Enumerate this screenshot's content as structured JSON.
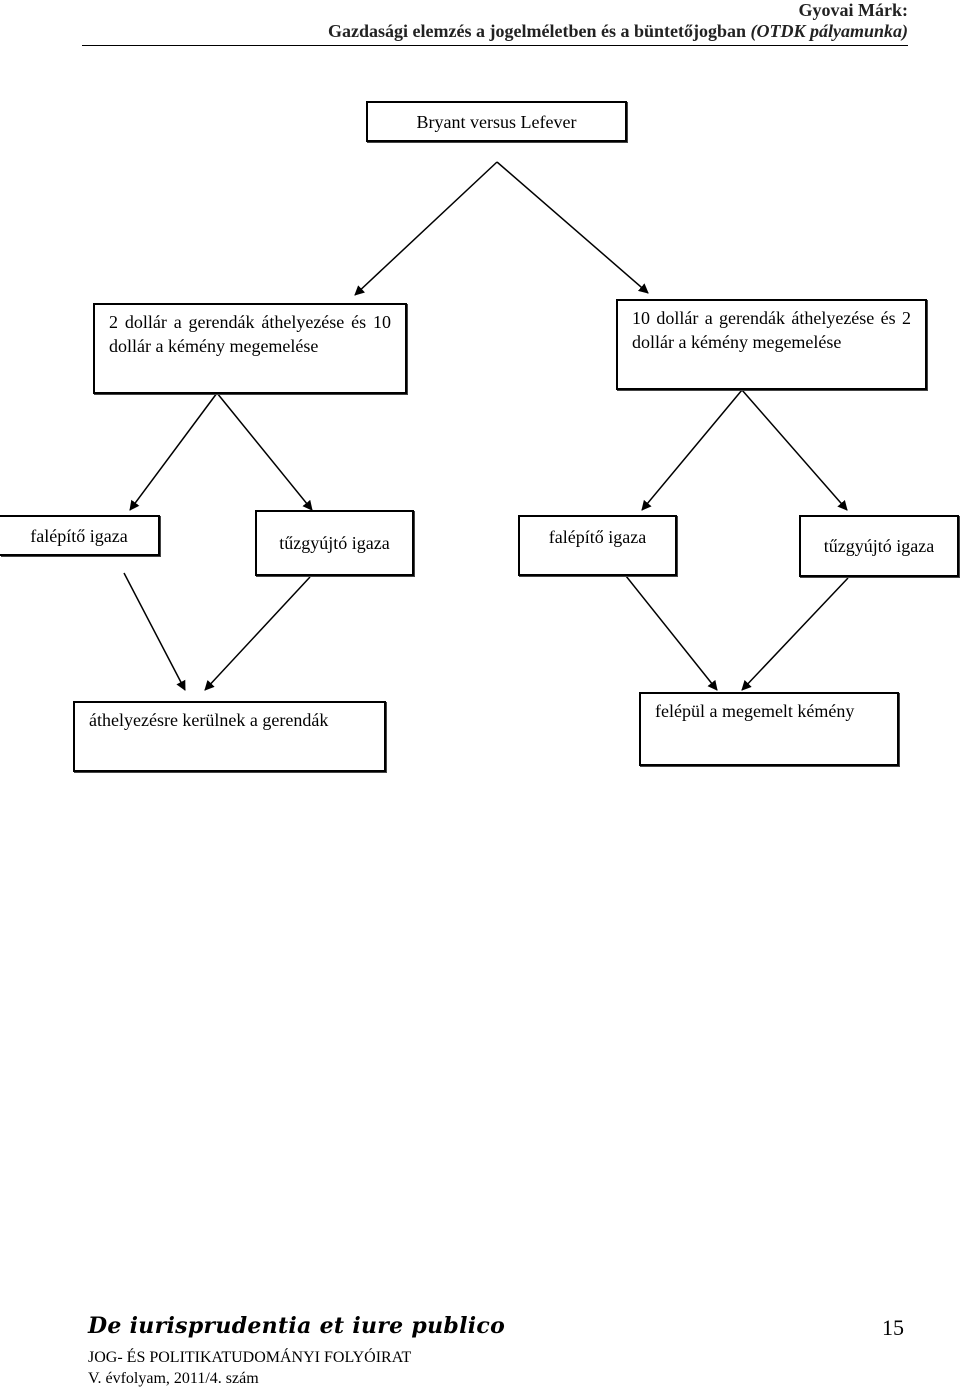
{
  "header": {
    "author": "Gyovai Márk:",
    "title_main": "Gazdasági elemzés a jogelméletben és a büntetőjogban ",
    "title_italic": "(OTDK pályamunka)"
  },
  "diagram": {
    "root": "Bryant versus Lefever",
    "level1": {
      "left": "2 dollár a gerendák áthelyezése és 10 dollár a kémény megemelése",
      "right": "10 dollár a gerendák áthelyezése és 2 dollár a kémény megemelése"
    },
    "level2": [
      "falépítő igaza",
      "tűzgyújtó igaza",
      "falépítő igaza",
      "tűzgyújtó igaza"
    ],
    "level3": {
      "left": "áthelyezésre kerülnek a gerendák",
      "right": "felépül a megemelt kémény"
    }
  },
  "footer": {
    "journal": "De iurisprudentia et iure publico",
    "line1": "JOG- ÉS POLITIKATUDOMÁNYI FOLYÓIRAT",
    "line2": "V. évfolyam, 2011/4. szám",
    "page_number": "15"
  }
}
